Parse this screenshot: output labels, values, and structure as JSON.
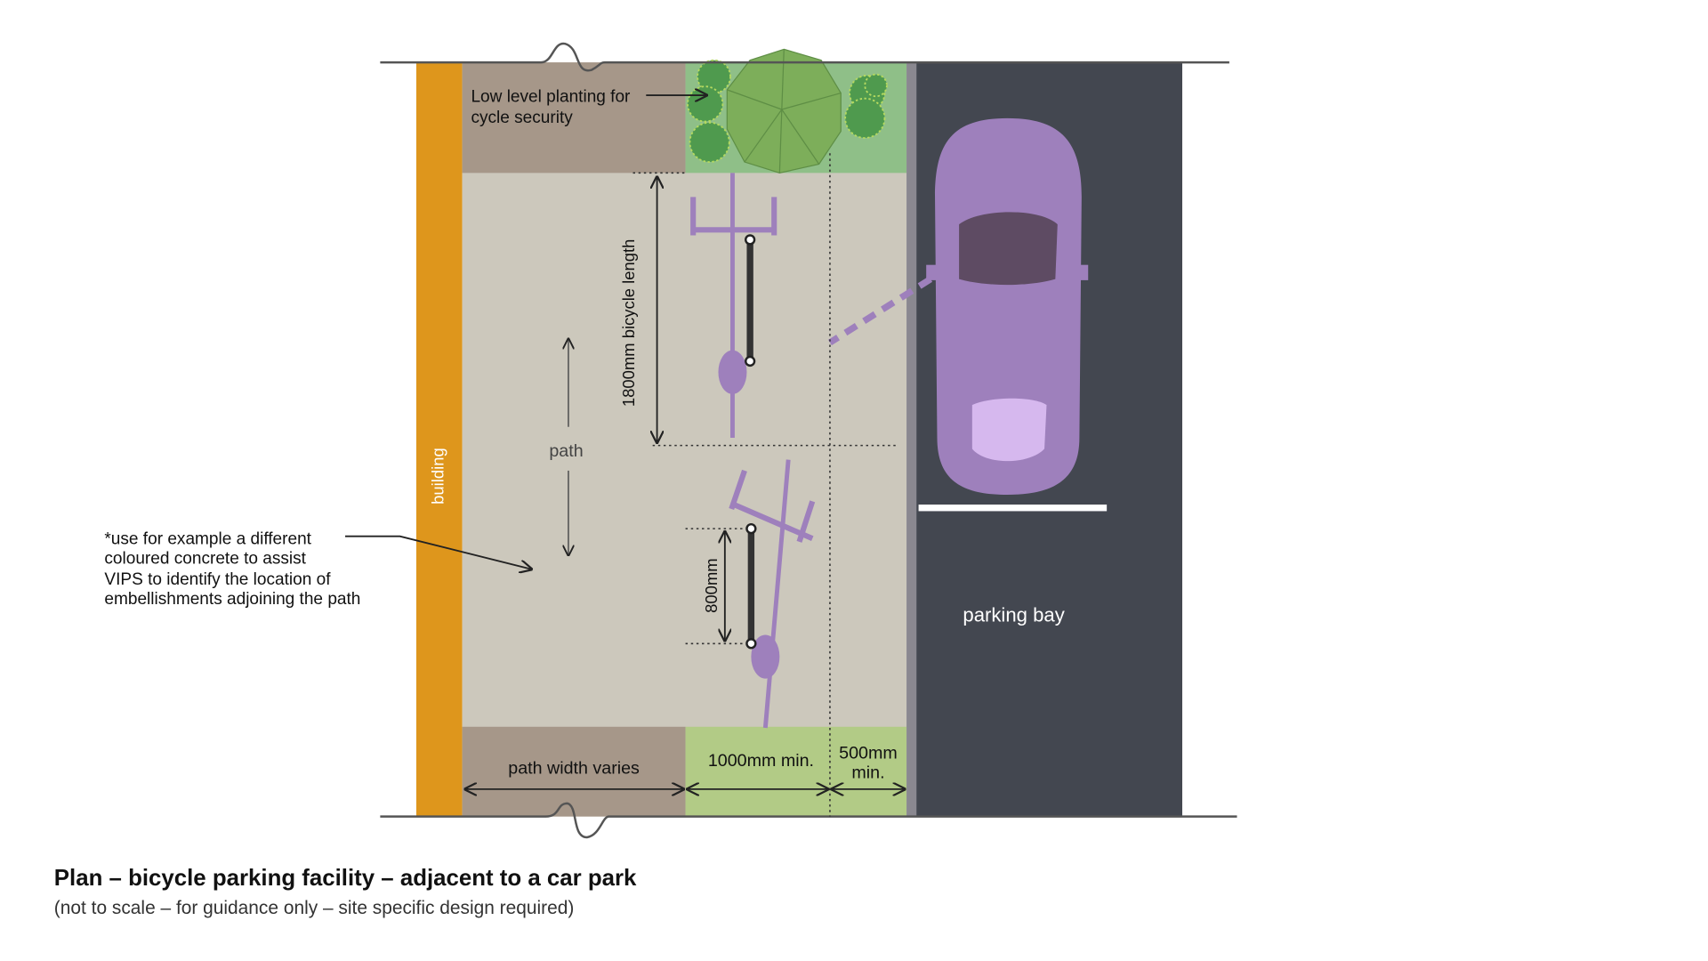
{
  "labels": {
    "planting": [
      "Low level planting for",
      "cycle security"
    ],
    "bicycle_length": "1800mm bicycle length",
    "path": "path",
    "building": "building",
    "rack_length": "800mm",
    "parking_bay": "parking bay",
    "path_width": "path width varies",
    "min_1000": "1000mm min.",
    "min_500": [
      "500mm",
      "min."
    ],
    "note": [
      "*use for example a different",
      "coloured concrete to assist",
      "VIPS to identify the location of",
      "embellishments adjoining the path"
    ]
  },
  "caption": {
    "title": "Plan – bicycle parking facility – adjacent to a car park",
    "subtitle": "(not to scale – for guidance only – site specific design required)"
  },
  "colors": {
    "building": "#DE961C",
    "path": "#CCC8BC",
    "soil": "#A69789",
    "planting": "#8FBF88",
    "verge": "#B2CB86",
    "road": "#434750",
    "kerb": "#8A8890",
    "purple": "#9E80BC"
  }
}
